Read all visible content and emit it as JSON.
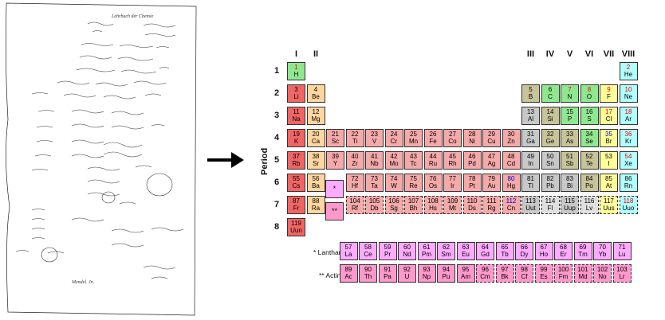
{
  "manuscript": {
    "heading": "Lehrbuch der Chemie",
    "footer": "Mendel. Jn."
  },
  "table": {
    "axis_title": "Period",
    "groups": [
      {
        "label": "I",
        "col": 1
      },
      {
        "label": "II",
        "col": 2
      },
      {
        "label": "III",
        "col": 13
      },
      {
        "label": "IV",
        "col": 14
      },
      {
        "label": "V",
        "col": 15
      },
      {
        "label": "VI",
        "col": 16
      },
      {
        "label": "VII",
        "col": 17
      },
      {
        "label": "VIII",
        "col": 18
      }
    ],
    "periods": [
      "1",
      "2",
      "3",
      "4",
      "5",
      "6",
      "7",
      "8"
    ],
    "lanthanide_marker": "*",
    "actinide_marker": "**",
    "lanthanides_label": "* Lanthanides",
    "actinides_label": "** Actinides",
    "colors": {
      "alkali": "#f26565",
      "alkaline": "#ffd6a0",
      "transition": "#f5a9a9",
      "post": "#c8c8c8",
      "metalloid": "#c8c49a",
      "nonmetal": "#8fe88f",
      "halogen": "#ffff99",
      "noble": "#b0ffff",
      "lanthanide": "#ffaaff",
      "actinide": "#ff99cc",
      "unknown": "#e0e0e0",
      "hydrogen": "#8fe88f"
    },
    "elements": [
      {
        "z": "1",
        "s": "H",
        "p": 1,
        "g": 1,
        "c": "hydrogen",
        "tc": "#e00"
      },
      {
        "z": "2",
        "s": "He",
        "p": 1,
        "g": 18,
        "c": "noble",
        "tc": "#e00"
      },
      {
        "z": "3",
        "s": "Li",
        "p": 2,
        "g": 1,
        "c": "alkali"
      },
      {
        "z": "4",
        "s": "Be",
        "p": 2,
        "g": 2,
        "c": "alkaline"
      },
      {
        "z": "5",
        "s": "B",
        "p": 2,
        "g": 13,
        "c": "metalloid"
      },
      {
        "z": "6",
        "s": "C",
        "p": 2,
        "g": 14,
        "c": "nonmetal"
      },
      {
        "z": "7",
        "s": "N",
        "p": 2,
        "g": 15,
        "c": "nonmetal",
        "tc": "#e00"
      },
      {
        "z": "8",
        "s": "O",
        "p": 2,
        "g": 16,
        "c": "nonmetal",
        "tc": "#e00"
      },
      {
        "z": "9",
        "s": "F",
        "p": 2,
        "g": 17,
        "c": "halogen",
        "tc": "#e00"
      },
      {
        "z": "10",
        "s": "Ne",
        "p": 2,
        "g": 18,
        "c": "noble",
        "tc": "#e00"
      },
      {
        "z": "11",
        "s": "Na",
        "p": 3,
        "g": 1,
        "c": "alkali"
      },
      {
        "z": "12",
        "s": "Mg",
        "p": 3,
        "g": 2,
        "c": "alkaline"
      },
      {
        "z": "13",
        "s": "Al",
        "p": 3,
        "g": 13,
        "c": "post"
      },
      {
        "z": "14",
        "s": "Si",
        "p": 3,
        "g": 14,
        "c": "metalloid"
      },
      {
        "z": "15",
        "s": "P",
        "p": 3,
        "g": 15,
        "c": "nonmetal"
      },
      {
        "z": "16",
        "s": "S",
        "p": 3,
        "g": 16,
        "c": "nonmetal"
      },
      {
        "z": "17",
        "s": "Cl",
        "p": 3,
        "g": 17,
        "c": "halogen",
        "tc": "#e00"
      },
      {
        "z": "18",
        "s": "Ar",
        "p": 3,
        "g": 18,
        "c": "noble",
        "tc": "#e00"
      },
      {
        "z": "19",
        "s": "K",
        "p": 4,
        "g": 1,
        "c": "alkali"
      },
      {
        "z": "20",
        "s": "Ca",
        "p": 4,
        "g": 2,
        "c": "alkaline"
      },
      {
        "z": "21",
        "s": "Sc",
        "p": 4,
        "g": 3,
        "c": "transition"
      },
      {
        "z": "22",
        "s": "Ti",
        "p": 4,
        "g": 4,
        "c": "transition"
      },
      {
        "z": "23",
        "s": "V",
        "p": 4,
        "g": 5,
        "c": "transition"
      },
      {
        "z": "24",
        "s": "Cr",
        "p": 4,
        "g": 6,
        "c": "transition"
      },
      {
        "z": "25",
        "s": "Mn",
        "p": 4,
        "g": 7,
        "c": "transition"
      },
      {
        "z": "26",
        "s": "Fe",
        "p": 4,
        "g": 8,
        "c": "transition"
      },
      {
        "z": "27",
        "s": "Co",
        "p": 4,
        "g": 9,
        "c": "transition"
      },
      {
        "z": "28",
        "s": "Ni",
        "p": 4,
        "g": 10,
        "c": "transition"
      },
      {
        "z": "29",
        "s": "Cu",
        "p": 4,
        "g": 11,
        "c": "transition"
      },
      {
        "z": "30",
        "s": "Zn",
        "p": 4,
        "g": 12,
        "c": "transition"
      },
      {
        "z": "31",
        "s": "Ga",
        "p": 4,
        "g": 13,
        "c": "post"
      },
      {
        "z": "32",
        "s": "Ge",
        "p": 4,
        "g": 14,
        "c": "metalloid"
      },
      {
        "z": "33",
        "s": "As",
        "p": 4,
        "g": 15,
        "c": "metalloid"
      },
      {
        "z": "34",
        "s": "Se",
        "p": 4,
        "g": 16,
        "c": "nonmetal"
      },
      {
        "z": "35",
        "s": "Br",
        "p": 4,
        "g": 17,
        "c": "halogen",
        "tc": "#00c"
      },
      {
        "z": "36",
        "s": "Kr",
        "p": 4,
        "g": 18,
        "c": "noble",
        "tc": "#e00"
      },
      {
        "z": "37",
        "s": "Rb",
        "p": 5,
        "g": 1,
        "c": "alkali"
      },
      {
        "z": "38",
        "s": "Sr",
        "p": 5,
        "g": 2,
        "c": "alkaline"
      },
      {
        "z": "39",
        "s": "Y",
        "p": 5,
        "g": 3,
        "c": "transition"
      },
      {
        "z": "40",
        "s": "Zr",
        "p": 5,
        "g": 4,
        "c": "transition"
      },
      {
        "z": "41",
        "s": "Nb",
        "p": 5,
        "g": 5,
        "c": "transition"
      },
      {
        "z": "42",
        "s": "Mo",
        "p": 5,
        "g": 6,
        "c": "transition"
      },
      {
        "z": "43",
        "s": "Tc",
        "p": 5,
        "g": 7,
        "c": "transition"
      },
      {
        "z": "44",
        "s": "Ru",
        "p": 5,
        "g": 8,
        "c": "transition"
      },
      {
        "z": "45",
        "s": "Rh",
        "p": 5,
        "g": 9,
        "c": "transition"
      },
      {
        "z": "46",
        "s": "Pd",
        "p": 5,
        "g": 10,
        "c": "transition"
      },
      {
        "z": "47",
        "s": "Ag",
        "p": 5,
        "g": 11,
        "c": "transition"
      },
      {
        "z": "48",
        "s": "Cd",
        "p": 5,
        "g": 12,
        "c": "transition"
      },
      {
        "z": "49",
        "s": "In",
        "p": 5,
        "g": 13,
        "c": "post"
      },
      {
        "z": "50",
        "s": "Sn",
        "p": 5,
        "g": 14,
        "c": "post"
      },
      {
        "z": "51",
        "s": "Sb",
        "p": 5,
        "g": 15,
        "c": "metalloid"
      },
      {
        "z": "52",
        "s": "Te",
        "p": 5,
        "g": 16,
        "c": "metalloid"
      },
      {
        "z": "53",
        "s": "I",
        "p": 5,
        "g": 17,
        "c": "halogen"
      },
      {
        "z": "54",
        "s": "Xe",
        "p": 5,
        "g": 18,
        "c": "noble",
        "tc": "#e00"
      },
      {
        "z": "55",
        "s": "Cs",
        "p": 6,
        "g": 1,
        "c": "alkali"
      },
      {
        "z": "56",
        "s": "Ba",
        "p": 6,
        "g": 2,
        "c": "alkaline"
      },
      {
        "z": "72",
        "s": "Hf",
        "p": 6,
        "g": 4,
        "c": "transition"
      },
      {
        "z": "73",
        "s": "Ta",
        "p": 6,
        "g": 5,
        "c": "transition"
      },
      {
        "z": "74",
        "s": "W",
        "p": 6,
        "g": 6,
        "c": "transition"
      },
      {
        "z": "75",
        "s": "Re",
        "p": 6,
        "g": 7,
        "c": "transition"
      },
      {
        "z": "76",
        "s": "Os",
        "p": 6,
        "g": 8,
        "c": "transition"
      },
      {
        "z": "77",
        "s": "Ir",
        "p": 6,
        "g": 9,
        "c": "transition"
      },
      {
        "z": "78",
        "s": "Pt",
        "p": 6,
        "g": 10,
        "c": "transition"
      },
      {
        "z": "79",
        "s": "Au",
        "p": 6,
        "g": 11,
        "c": "transition"
      },
      {
        "z": "80",
        "s": "Hg",
        "p": 6,
        "g": 12,
        "c": "transition",
        "tc": "#00c"
      },
      {
        "z": "81",
        "s": "Tl",
        "p": 6,
        "g": 13,
        "c": "post"
      },
      {
        "z": "82",
        "s": "Pb",
        "p": 6,
        "g": 14,
        "c": "post"
      },
      {
        "z": "83",
        "s": "Bi",
        "p": 6,
        "g": 15,
        "c": "post"
      },
      {
        "z": "84",
        "s": "Po",
        "p": 6,
        "g": 16,
        "c": "metalloid"
      },
      {
        "z": "85",
        "s": "At",
        "p": 6,
        "g": 17,
        "c": "halogen"
      },
      {
        "z": "86",
        "s": "Rn",
        "p": 6,
        "g": 18,
        "c": "noble"
      },
      {
        "z": "87",
        "s": "Fr",
        "p": 7,
        "g": 1,
        "c": "alkali"
      },
      {
        "z": "88",
        "s": "Ra",
        "p": 7,
        "g": 2,
        "c": "alkaline"
      },
      {
        "z": "104",
        "s": "Rf",
        "p": 7,
        "g": 4,
        "c": "transition",
        "d": true
      },
      {
        "z": "105",
        "s": "Db",
        "p": 7,
        "g": 5,
        "c": "transition",
        "d": true
      },
      {
        "z": "106",
        "s": "Sg",
        "p": 7,
        "g": 6,
        "c": "transition",
        "d": true
      },
      {
        "z": "107",
        "s": "Bh",
        "p": 7,
        "g": 7,
        "c": "transition",
        "d": true
      },
      {
        "z": "108",
        "s": "Hs",
        "p": 7,
        "g": 8,
        "c": "transition",
        "d": true
      },
      {
        "z": "109",
        "s": "Mt",
        "p": 7,
        "g": 9,
        "c": "transition",
        "d": true
      },
      {
        "z": "110",
        "s": "Ds",
        "p": 7,
        "g": 10,
        "c": "transition",
        "d": true
      },
      {
        "z": "111",
        "s": "Rg",
        "p": 7,
        "g": 11,
        "c": "transition",
        "d": true
      },
      {
        "z": "112",
        "s": "Cn",
        "p": 7,
        "g": 12,
        "c": "transition",
        "d": true,
        "tc": "#00c"
      },
      {
        "z": "113",
        "s": "Uut",
        "p": 7,
        "g": 13,
        "c": "post",
        "d": true
      },
      {
        "z": "114",
        "s": "Fl",
        "p": 7,
        "g": 14,
        "c": "unknown",
        "d": true
      },
      {
        "z": "115",
        "s": "Uup",
        "p": 7,
        "g": 15,
        "c": "post",
        "d": true
      },
      {
        "z": "116",
        "s": "Lv",
        "p": 7,
        "g": 16,
        "c": "unknown",
        "d": true
      },
      {
        "z": "117",
        "s": "Uus",
        "p": 7,
        "g": 17,
        "c": "halogen",
        "d": true
      },
      {
        "z": "118",
        "s": "Uuo",
        "p": 7,
        "g": 18,
        "c": "noble",
        "d": true,
        "tc": "#e00"
      },
      {
        "z": "119",
        "s": "Uun",
        "p": 8,
        "g": 1,
        "c": "alkali"
      }
    ],
    "lanthanides": [
      {
        "z": "57",
        "s": "La"
      },
      {
        "z": "58",
        "s": "Ce"
      },
      {
        "z": "59",
        "s": "Pr"
      },
      {
        "z": "60",
        "s": "Nd"
      },
      {
        "z": "61",
        "s": "Pm"
      },
      {
        "z": "62",
        "s": "Sm"
      },
      {
        "z": "63",
        "s": "Eu"
      },
      {
        "z": "64",
        "s": "Gd"
      },
      {
        "z": "65",
        "s": "Tb"
      },
      {
        "z": "66",
        "s": "Dy"
      },
      {
        "z": "67",
        "s": "Ho"
      },
      {
        "z": "68",
        "s": "Er"
      },
      {
        "z": "69",
        "s": "Tm"
      },
      {
        "z": "70",
        "s": "Yb"
      },
      {
        "z": "71",
        "s": "Lu"
      }
    ],
    "actinides": [
      {
        "z": "89",
        "s": "Ac"
      },
      {
        "z": "90",
        "s": "Th"
      },
      {
        "z": "91",
        "s": "Pa"
      },
      {
        "z": "92",
        "s": "U"
      },
      {
        "z": "93",
        "s": "Np"
      },
      {
        "z": "94",
        "s": "Pu"
      },
      {
        "z": "95",
        "s": "Am"
      },
      {
        "z": "96",
        "s": "Cm",
        "d": true
      },
      {
        "z": "97",
        "s": "Bk",
        "d": true
      },
      {
        "z": "98",
        "s": "Cf",
        "d": true
      },
      {
        "z": "99",
        "s": "Es",
        "d": true
      },
      {
        "z": "100",
        "s": "Fm",
        "d": true
      },
      {
        "z": "101",
        "s": "Md",
        "d": true
      },
      {
        "z": "102",
        "s": "No",
        "d": true
      },
      {
        "z": "103",
        "s": "Lr",
        "d": true
      }
    ]
  }
}
